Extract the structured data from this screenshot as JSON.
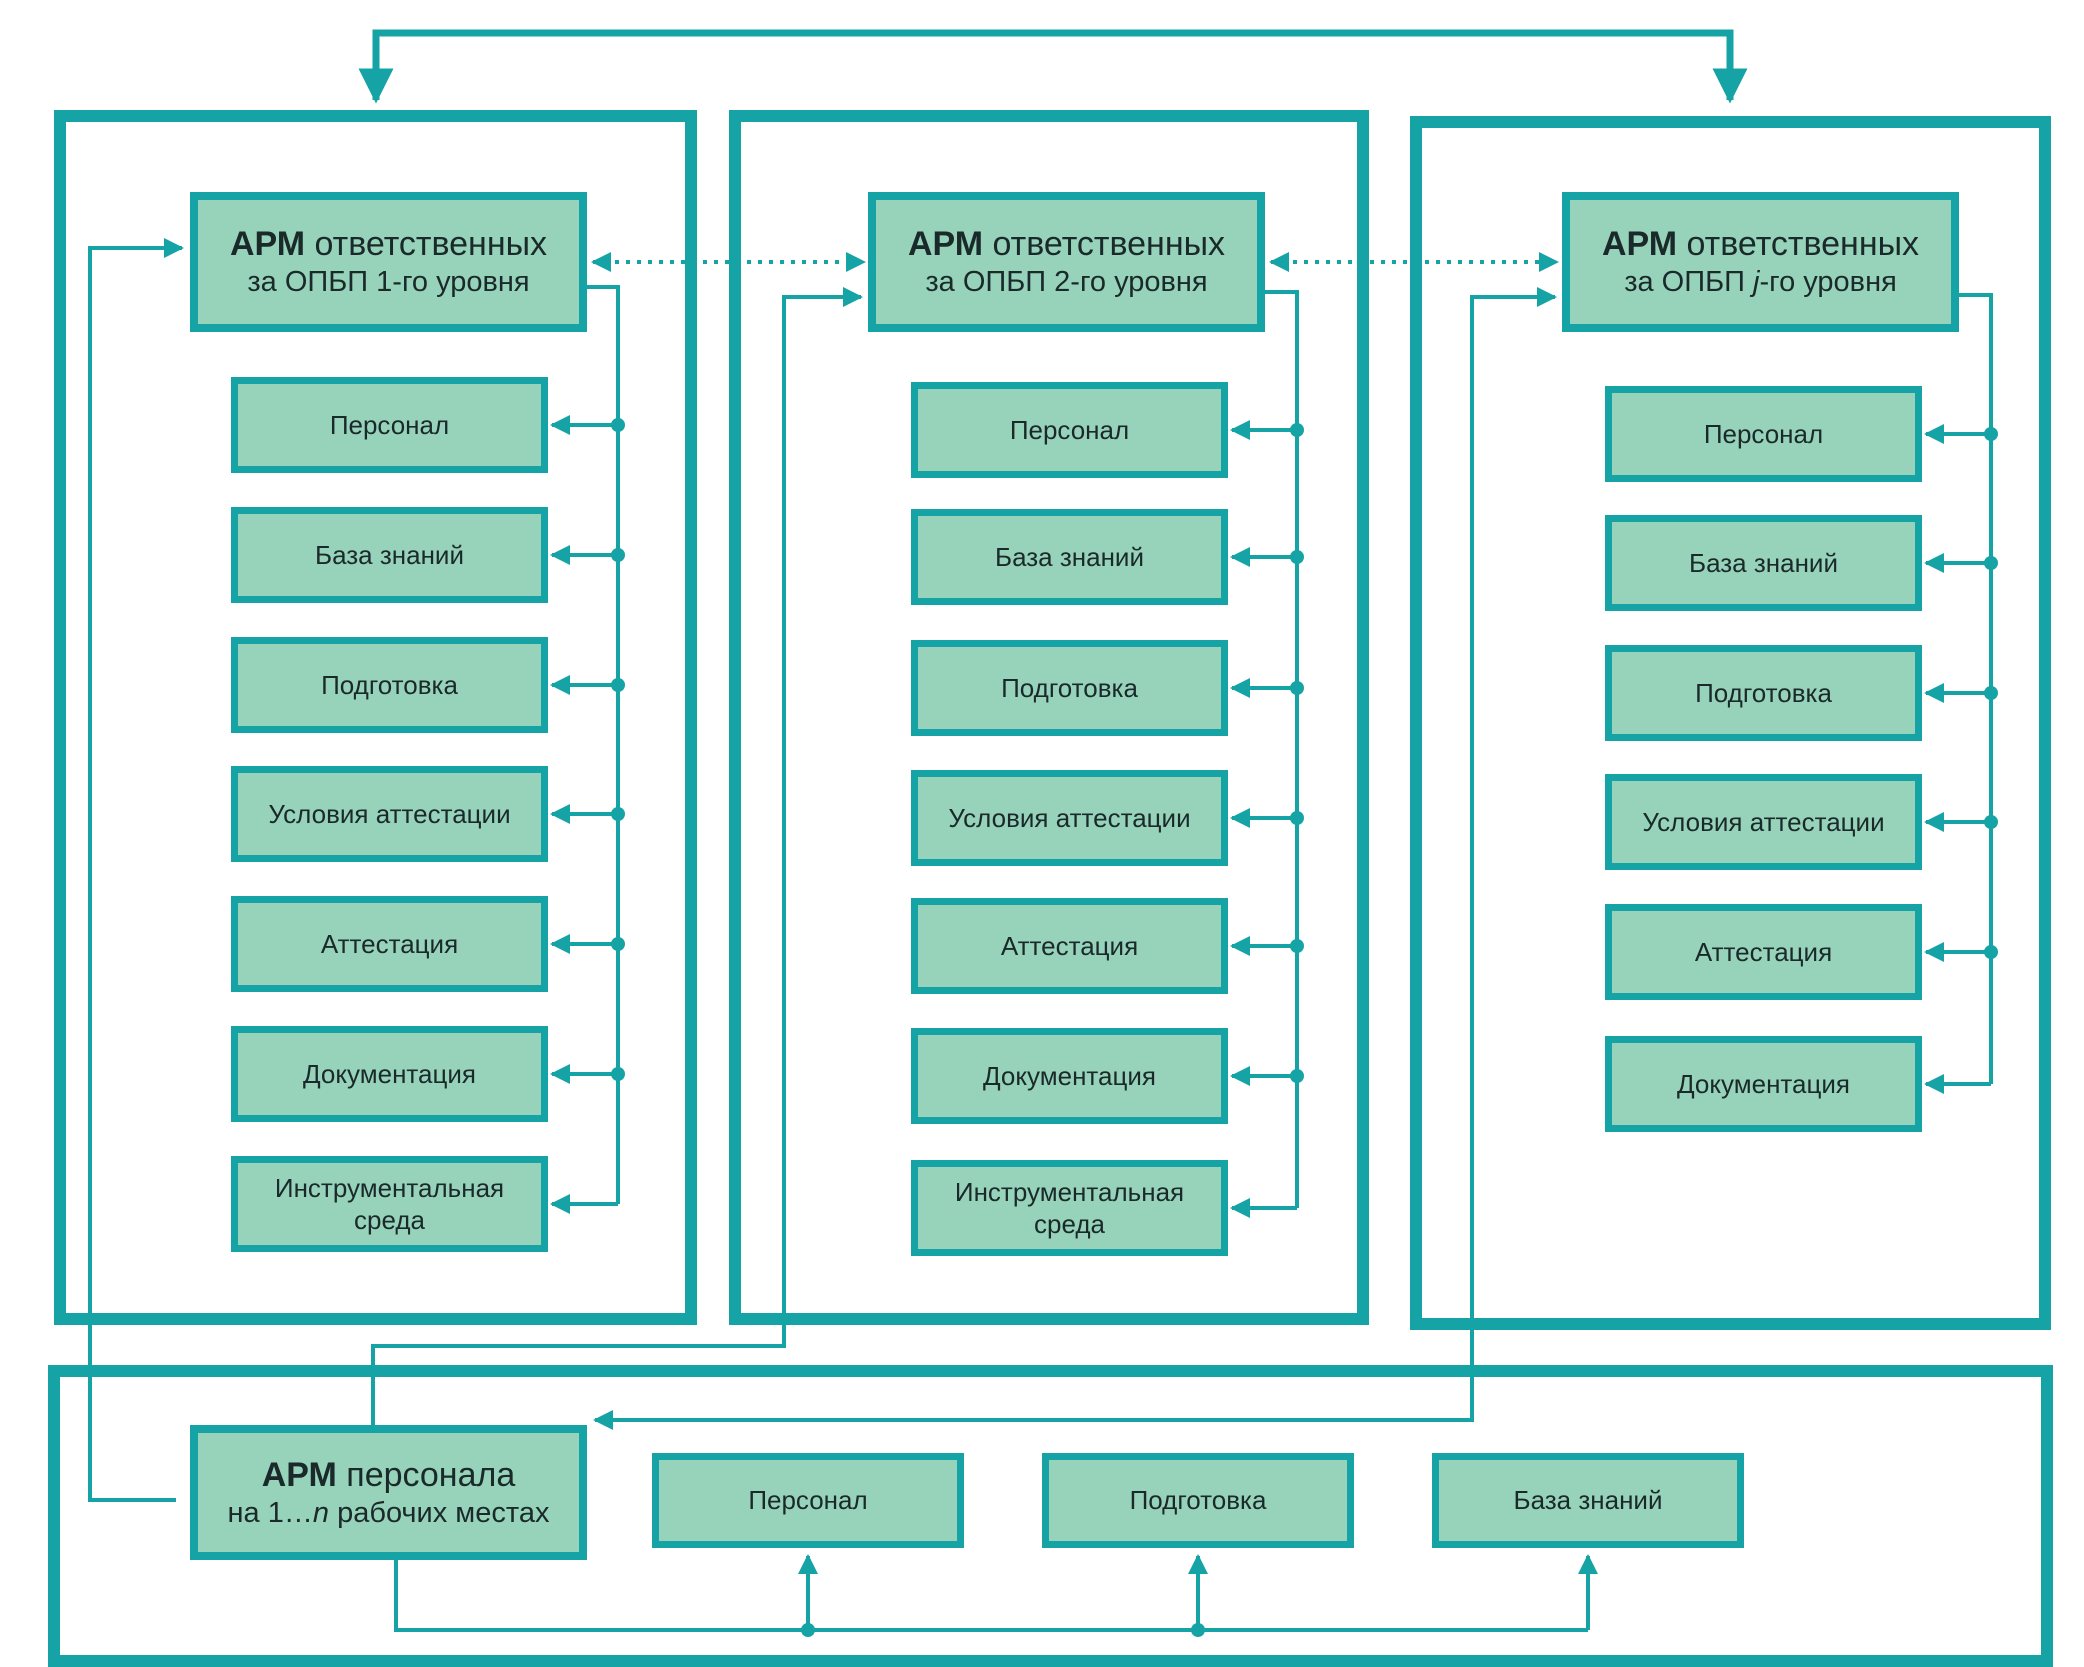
{
  "colors": {
    "line": "#16a3a6",
    "box_fill": "#97d3bb",
    "text": "#1a2a2a"
  },
  "columns": [
    {
      "head_bold": "АРМ",
      "head_rest": " ответственных",
      "head_line2": "за ОПБП 1-го уровня",
      "items": [
        "Персонал",
        "База знаний",
        "Подготовка",
        "Условия аттестации",
        "Аттестация",
        "Документация",
        "Инструментальная\nсреда"
      ]
    },
    {
      "head_bold": "АРМ",
      "head_rest": " ответственных",
      "head_line2": "за ОПБП 2-го уровня",
      "items": [
        "Персонал",
        "База знаний",
        "Подготовка",
        "Условия аттестации",
        "Аттестация",
        "Документация",
        "Инструментальная\nсреда"
      ]
    },
    {
      "head_bold": "АРМ",
      "head_rest": " ответственных",
      "head_line2_pre": "за ОПБП ",
      "head_line2_italic": "j",
      "head_line2_post": "-го уровня",
      "items": [
        "Персонал",
        "База знаний",
        "Подготовка",
        "Условия аттестации",
        "Аттестация",
        "Документация"
      ]
    }
  ],
  "bottom": {
    "head_bold": "АРМ",
    "head_rest": " персонала",
    "head_line2_pre": "на 1…",
    "head_line2_italic": "n",
    "head_line2_post": " рабочих местах",
    "items": [
      "Персонал",
      "Подготовка",
      "База знаний"
    ]
  }
}
